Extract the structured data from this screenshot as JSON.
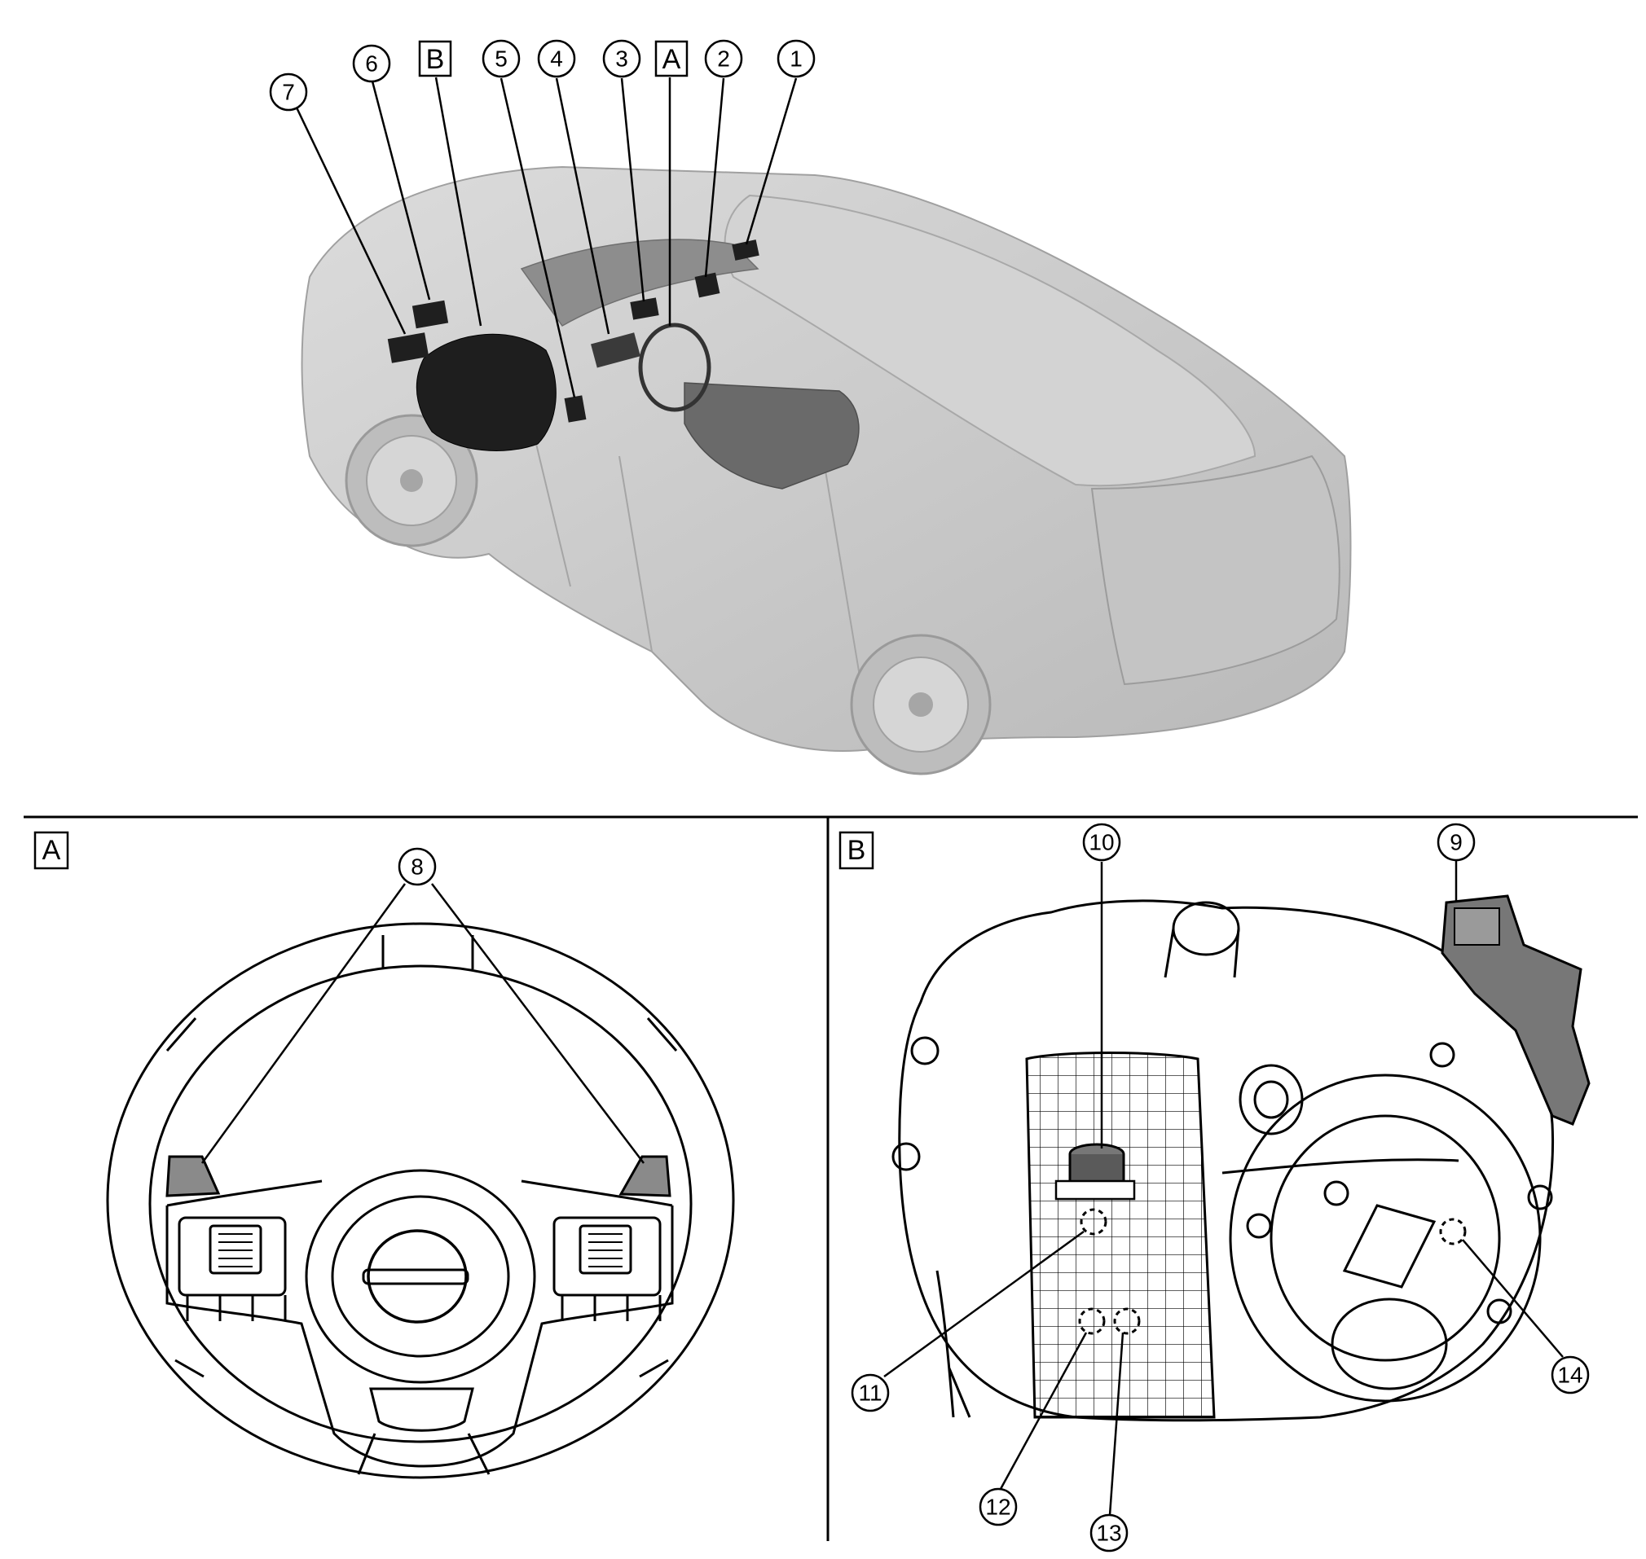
{
  "views": {
    "A": "A",
    "B": "B"
  },
  "callouts": {
    "c1": "1",
    "c2": "2",
    "c3": "3",
    "c4": "4",
    "c5": "5",
    "c6": "6",
    "c7": "7",
    "c8": "8",
    "c9": "9",
    "c10": "10",
    "c11": "11",
    "c12": "12",
    "c13": "13",
    "c14": "14"
  },
  "colors": {
    "line": "#000000",
    "vehicle_body": "#c9c9c9",
    "component": "#2b2b2b",
    "paddle": "#8a8a8a"
  }
}
